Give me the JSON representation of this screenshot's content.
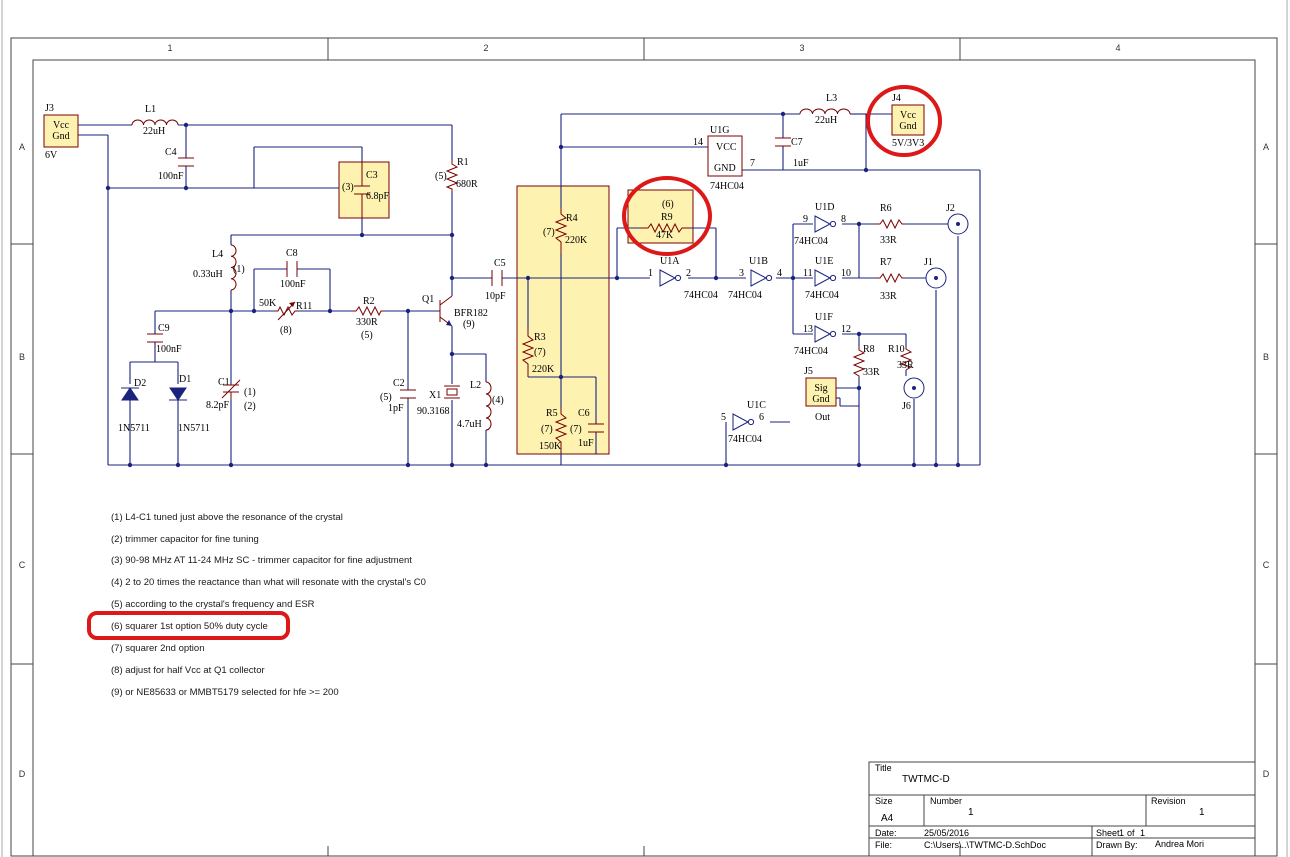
{
  "sheet": {
    "columns": [
      "1",
      "2",
      "3",
      "4"
    ],
    "rows": [
      "A",
      "B",
      "C",
      "D"
    ]
  },
  "connectors": {
    "j3": {
      "ref": "J3",
      "pin1": "Vcc",
      "pin2": "Gnd",
      "value": "6V"
    },
    "j4": {
      "ref": "J4",
      "pin1": "Vcc",
      "pin2": "Gnd",
      "value": "5V/3V3"
    },
    "j5": {
      "ref": "J5",
      "pin1": "Sig",
      "pin2": "Gnd",
      "value": "Out"
    },
    "j1": {
      "ref": "J1"
    },
    "j2": {
      "ref": "J2"
    },
    "j6": {
      "ref": "J6"
    }
  },
  "components": {
    "l1": {
      "ref": "L1",
      "value": "22uH"
    },
    "l2": {
      "ref": "L2",
      "value": "4.7uH",
      "note": "(4)"
    },
    "l3": {
      "ref": "L3",
      "value": "22uH"
    },
    "l4": {
      "ref": "L4",
      "value": "0.33uH",
      "note": "(1)"
    },
    "c1": {
      "ref": "C1",
      "value": "8.2pF",
      "note1": "(1)",
      "note2": "(2)"
    },
    "c2": {
      "ref": "C2",
      "value": "1pF",
      "note": "(5)"
    },
    "c3": {
      "ref": "C3",
      "value": "6.8pF",
      "note": "(3)"
    },
    "c4": {
      "ref": "C4",
      "value": "100nF"
    },
    "c5": {
      "ref": "C5",
      "value": "10pF"
    },
    "c6": {
      "ref": "C6",
      "value": "1uF",
      "note": "(7)"
    },
    "c7": {
      "ref": "C7",
      "value": "1uF"
    },
    "c8": {
      "ref": "C8",
      "value": "100nF"
    },
    "c9": {
      "ref": "C9",
      "value": "100nF"
    },
    "d1": {
      "ref": "D1",
      "value": "1N5711"
    },
    "d2": {
      "ref": "D2",
      "value": "1N5711"
    },
    "r1": {
      "ref": "R1",
      "value": "680R",
      "note": "(5)"
    },
    "r2": {
      "ref": "R2",
      "value": "330R",
      "note": "(5)"
    },
    "r3": {
      "ref": "R3",
      "value": "220K",
      "note": "(7)"
    },
    "r4": {
      "ref": "R4",
      "value": "220K",
      "note": "(7)"
    },
    "r5": {
      "ref": "R5",
      "value": "150K",
      "note": "(7)"
    },
    "r6": {
      "ref": "R6",
      "value": "33R"
    },
    "r7": {
      "ref": "R7",
      "value": "33R"
    },
    "r8": {
      "ref": "R8",
      "value": "33R"
    },
    "r9": {
      "ref": "R9",
      "value": "47K",
      "note": "(6)"
    },
    "r10": {
      "ref": "R10",
      "value": "33R"
    },
    "r11": {
      "ref": "R11",
      "value": "50K",
      "note": "(8)"
    },
    "q1": {
      "ref": "Q1",
      "value": "BFR182",
      "note": "(9)"
    },
    "x1": {
      "ref": "X1",
      "value": "90.3168"
    },
    "u1g": {
      "ref": "U1G",
      "pin_vcc": "VCC",
      "pin_gnd": "GND",
      "value": "74HC04",
      "pin14": "14",
      "pin7": "7"
    }
  },
  "gates": [
    {
      "ref": "U1A",
      "value": "74HC04",
      "in": "1",
      "out": "2"
    },
    {
      "ref": "U1B",
      "value": "74HC04",
      "in": "3",
      "out": "4"
    },
    {
      "ref": "U1C",
      "value": "74HC04",
      "in": "5",
      "out": "6"
    },
    {
      "ref": "U1D",
      "value": "74HC04",
      "in": "9",
      "out": "8"
    },
    {
      "ref": "U1E",
      "value": "74HC04",
      "in": "11",
      "out": "10"
    },
    {
      "ref": "U1F",
      "value": "74HC04",
      "in": "13",
      "out": "12"
    }
  ],
  "notes": [
    "(1) L4-C1 tuned just above the resonance of the crystal",
    "(2) trimmer capacitor for fine tuning",
    "(3) 90-98 MHz AT 11-24 MHz SC - trimmer capacitor for fine adjustment",
    "(4) 2 to 20 times the reactance than what will resonate with the crystal's C0",
    "(5) according to the crystal's frequency and ESR",
    "(6) squarer 1st option 50% duty cycle",
    "(7) squarer 2nd option",
    "(8) adjust for half Vcc at Q1 collector",
    "(9) or NE85633 or MMBT5179 selected for hfe >= 200"
  ],
  "title_block": {
    "title_label": "Title",
    "title": "TWTMC-D",
    "size_label": "Size",
    "size": "A4",
    "number_label": "Number",
    "number": "1",
    "revision_label": "Revision",
    "revision": "1",
    "date_label": "Date:",
    "date": "25/05/2016",
    "file_label": "File:",
    "file": "C:\\Users\\..\\TWTMC-D.SchDoc",
    "sheet_label": "Sheet",
    "sheet_num": "1",
    "sheet_of": "of",
    "sheet_total": "1",
    "drawn_label": "Drawn By:",
    "drawn": "Andrea Mori"
  },
  "colors": {
    "wire": "#1a237e",
    "component": "#7a0000",
    "highlight_fill": "#fdf2b0",
    "annotation_red": "#dc1818"
  }
}
